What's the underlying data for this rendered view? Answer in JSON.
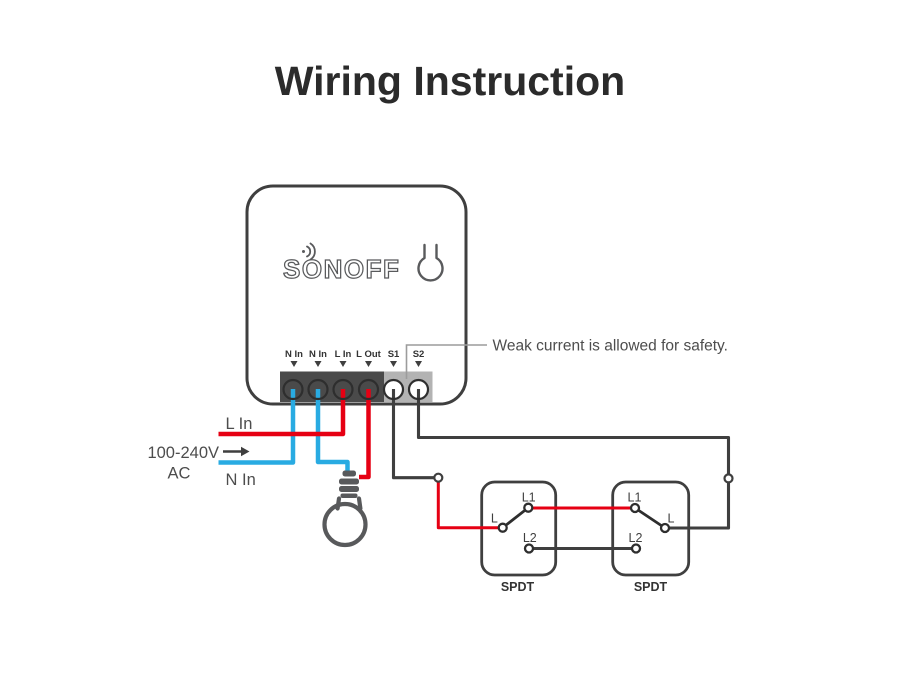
{
  "title": "Wiring Instruction",
  "colors": {
    "live": "#e60013",
    "neutral": "#29abe2",
    "wire": "#3f3f3f",
    "callout": "#9c9c9c",
    "bulb": "#58595b"
  },
  "device": {
    "brand": "SONOFF",
    "terminals": [
      "N In",
      "N In",
      "L In",
      "L Out",
      "S1",
      "S2"
    ]
  },
  "annotation": "Weak current is allowed for safety.",
  "supply": {
    "live_label": "L In",
    "voltage": "100-240V",
    "current_type": "AC",
    "neutral_label": "N In"
  },
  "switches": [
    {
      "l1": "L1",
      "l": "L",
      "l2": "L2",
      "type": "SPDT"
    },
    {
      "l1": "L1",
      "l": "L",
      "l2": "L2",
      "type": "SPDT"
    }
  ]
}
